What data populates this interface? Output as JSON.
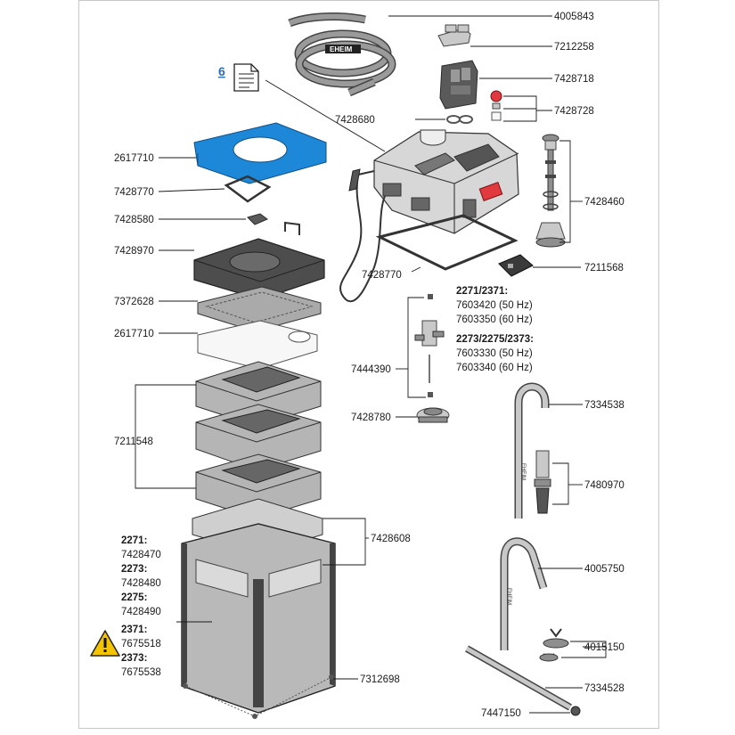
{
  "document_link": {
    "label": "6"
  },
  "part_numbers": {
    "hose": "4005843",
    "adapter_clip": "7212258",
    "adapter_valve": "7428718",
    "o_rings": "7428680",
    "valve_parts": "7428728",
    "pump_head_gasket": "7428770",
    "intake_tube_set": "7428460",
    "blue_pad_top": "2617710",
    "top_gasket": "7428770",
    "clip": "7428580",
    "prefilter_basket": "7428970",
    "grid_plate": "7372628",
    "white_pad": "2617710",
    "baskets": "7211548",
    "impeller_shaft": "7444390",
    "impeller_cover": "7428780",
    "bracket": "7211568",
    "intake_pipe": "7334538",
    "strainer": "7480970",
    "outlet_pipe": "4005750",
    "suction_cups": "4015150",
    "spray_bar": "7334528",
    "end_cap": "7447150",
    "canister_frame": "7428608",
    "feet": "7312698"
  },
  "impeller_block": {
    "group1_label": "2271/2371:",
    "group1_items": [
      "7603420 (50 Hz)",
      "7603350 (60 Hz)"
    ],
    "group2_label": "2273/2275/2373:",
    "group2_items": [
      "7603330 (50 Hz)",
      "7603340 (60 Hz)"
    ]
  },
  "canister_block": [
    {
      "model": "2271:",
      "part": "7428470"
    },
    {
      "model": "2273:",
      "part": "7428480"
    },
    {
      "model": "2275:",
      "part": "7428490"
    },
    {
      "model": "2371:",
      "part": "7675518"
    },
    {
      "model": "2373:",
      "part": "7675538"
    }
  ],
  "hose_brand_text": "EHEIM",
  "pipe_brand_text": "EHEIM",
  "colors": {
    "blue_pad": "#1e88d8",
    "link": "#2a6fb8",
    "warning_yellow": "#f5c400",
    "red_button": "#e0393e"
  },
  "icons": [
    "document-icon",
    "warning-icon"
  ]
}
